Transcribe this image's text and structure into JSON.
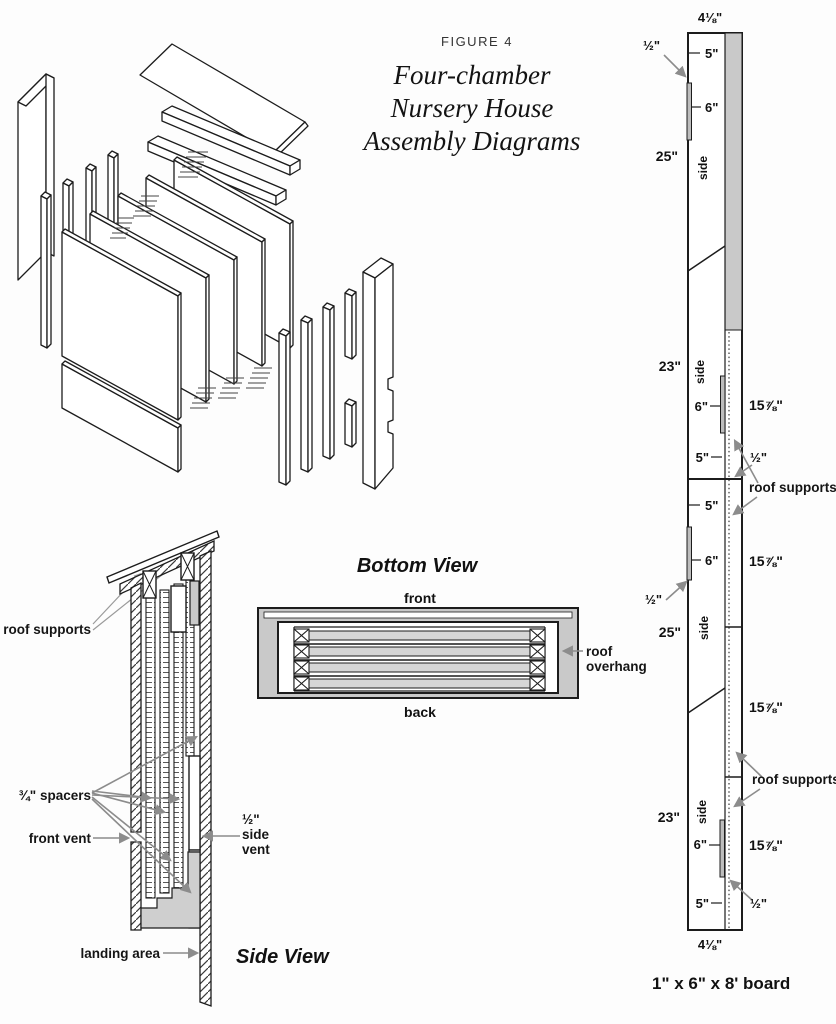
{
  "figure": {
    "eyebrow": "FIGURE 4",
    "title_lines": [
      "Four-chamber",
      "Nursery House",
      "Assembly Diagrams"
    ]
  },
  "side_view": {
    "title": "Side View",
    "roof_supports": "roof supports",
    "spacers": "¾\" spacers",
    "front_vent": "front vent",
    "side_vent": [
      "½\"",
      "side",
      "vent"
    ],
    "landing_area": "landing area"
  },
  "bottom_view": {
    "title": "Bottom View",
    "front": "front",
    "back": "back",
    "roof_overhang": [
      "roof",
      "overhang"
    ]
  },
  "board": {
    "caption": "1\" x 6\" x 8' board",
    "width_top": "4⅛\"",
    "width_bottom": "4⅛\"",
    "roof_supports_upper": "roof supports",
    "roof_supports_lower": "roof supports",
    "sections": [
      {
        "length": "25\"",
        "part": "side",
        "tick_a": "5\"",
        "tick_b": "6\"",
        "vent": "½\""
      },
      {
        "length": "23\"",
        "part": "side",
        "tick_a": "5\"",
        "tick_b": "6\"",
        "vent": "½\""
      },
      {
        "length": "25\"",
        "part": "side",
        "tick_a": "5\"",
        "tick_b": "6\"",
        "vent": "½\""
      },
      {
        "length": "23\"",
        "part": "side",
        "tick_a": "5\"",
        "tick_b": "6\"",
        "vent": "½\""
      }
    ],
    "supports": [
      "15⅞\"",
      "15⅞\"",
      "15⅞\"",
      "15⅞\""
    ]
  },
  "colors": {
    "line": "#1c1c1c",
    "gray_fill": "#c9c9c9",
    "arrow_gray": "#8c8c8c",
    "background": "#fdfdfd"
  }
}
